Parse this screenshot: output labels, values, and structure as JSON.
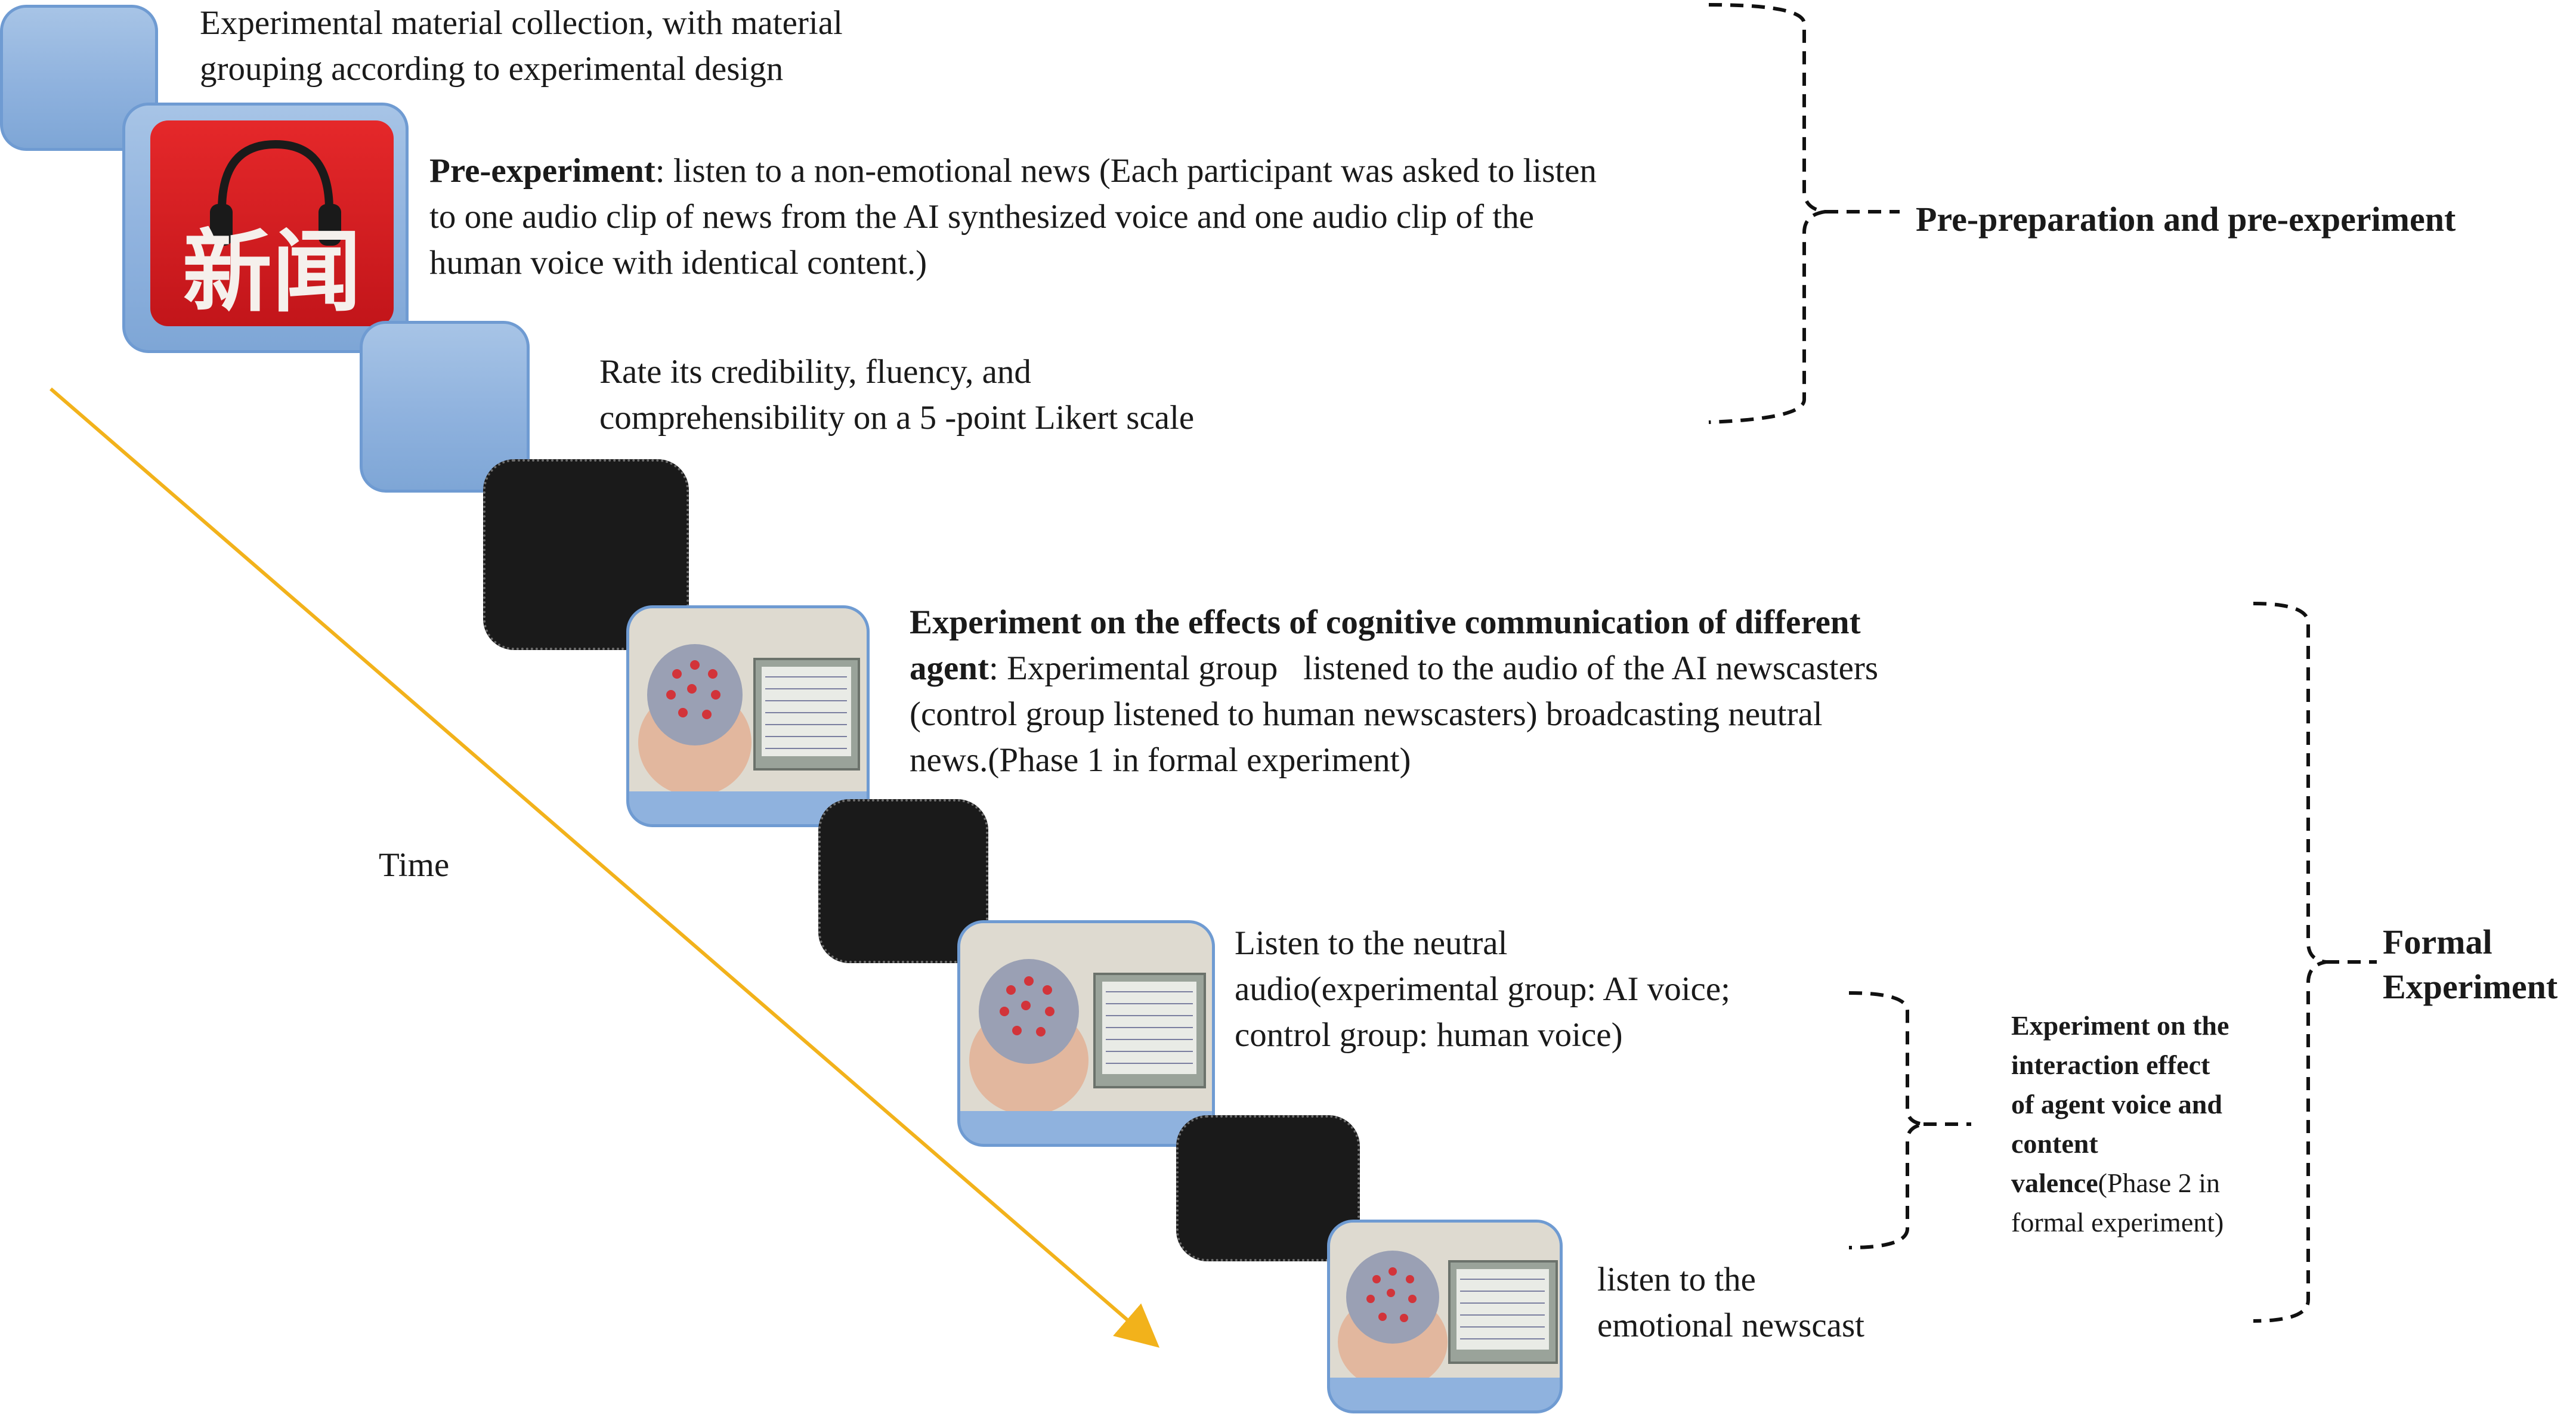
{
  "steps": {
    "material": {
      "line1": "Experimental material collection, with material",
      "line2": "grouping according to experimental design"
    },
    "pre_experiment": {
      "title": "Pre-experiment",
      "line1_rest": ": listen to a non-emotional news (Each participant was asked to listen",
      "line2": "to one audio clip of news from the AI synthesized voice and one audio clip of the",
      "line3": "human voice with identical content.)"
    },
    "rate": {
      "line1": "Rate its credibility, fluency, and",
      "line2": "comprehensibility on a 5 -point Likert scale"
    },
    "phase1": {
      "line1": "Experiment on the effects of cognitive communication of different",
      "line2_bold": "agent",
      "line2_rest": ": Experimental group   listened to the audio of the AI newscasters",
      "line3": "(control group listened to human newscasters) broadcasting neutral",
      "line4": "news.(Phase 1 in formal experiment)"
    },
    "neutral": {
      "line1": "Listen to the neutral",
      "line2": "audio(experimental group: AI voice;",
      "line3": "control group: human voice)"
    },
    "emotional": {
      "line1": "listen to the",
      "line2": "emotional newscast"
    }
  },
  "icons": {
    "news_chars": "新闻"
  },
  "brackets": {
    "pre": "Pre-preparation and pre-experiment",
    "formal_line1": "Formal",
    "formal_line2": "Experiment",
    "phase2": {
      "line1": "Experiment on the",
      "line2": "interaction effect",
      "line3": "of agent voice and",
      "line4": "content",
      "line5_bold": "valence",
      "line5_rest": "(Phase 2 in",
      "line6": "formal experiment)"
    }
  },
  "timeline": {
    "label": "Time",
    "color": "#f2b21b"
  },
  "colors": {
    "tile_blue": "#8fb2de",
    "tile_border": "#6f9bd2",
    "tile_black": "#1a1a1a",
    "news_red": "#d41f22"
  }
}
